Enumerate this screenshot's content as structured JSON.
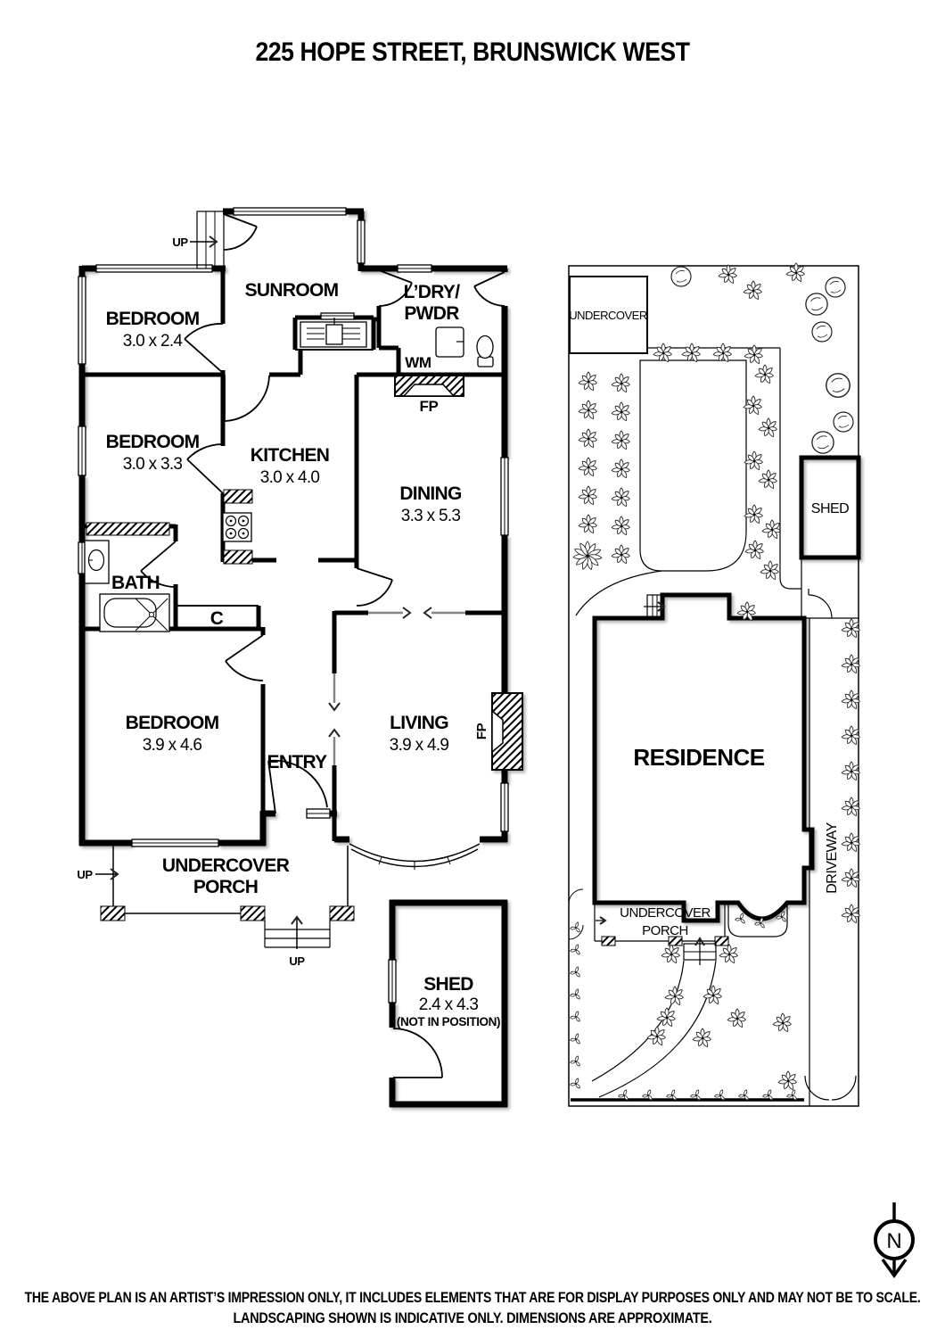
{
  "title": "225 HOPE STREET, BRUNSWICK WEST",
  "floor_plan": {
    "rooms": {
      "sunroom": {
        "name": "SUNROOM"
      },
      "bedroom1": {
        "name": "BEDROOM",
        "dims": "3.0 x 2.4"
      },
      "laundry_powder": {
        "line1": "L’DRY/",
        "line2": "PWDR"
      },
      "bedroom2": {
        "name": "BEDROOM",
        "dims": "3.0 x 3.3"
      },
      "kitchen": {
        "name": "KITCHEN",
        "dims": "3.0 x 4.0"
      },
      "dining": {
        "name": "DINING",
        "dims": "3.3 x 5.3"
      },
      "bath": {
        "name": "BATH"
      },
      "closet": {
        "name": "C"
      },
      "bedroom3": {
        "name": "BEDROOM",
        "dims": "3.9 x 4.6"
      },
      "entry": {
        "name": "ENTRY"
      },
      "living": {
        "name": "LIVING",
        "dims": "3.9 x 4.9"
      },
      "porch": {
        "line1": "UNDERCOVER",
        "line2": "PORCH"
      },
      "shed": {
        "name": "SHED",
        "dims": "2.4 x 4.3",
        "note": "(NOT IN POSITION)"
      }
    },
    "fixtures": {
      "washing_machine": "WM",
      "fireplace": "FP",
      "up": "UP"
    }
  },
  "site_plan": {
    "labels": {
      "undercover": "UNDERCOVER",
      "shed": "SHED",
      "residence": "RESIDENCE",
      "driveway": "DRIVEWAY",
      "porch_line1": "UNDERCOVER",
      "porch_line2": "PORCH"
    }
  },
  "compass": {
    "north": "N"
  },
  "disclaimer": {
    "line1": "THE ABOVE PLAN IS AN ARTIST’S IMPRESSION ONLY, IT INCLUDES ELEMENTS THAT ARE FOR DISPLAY PURPOSES ONLY AND MAY NOT BE TO SCALE.",
    "line2": "LANDSCAPING SHOWN IS INDICATIVE ONLY. DIMENSIONS ARE APPROXIMATE."
  }
}
